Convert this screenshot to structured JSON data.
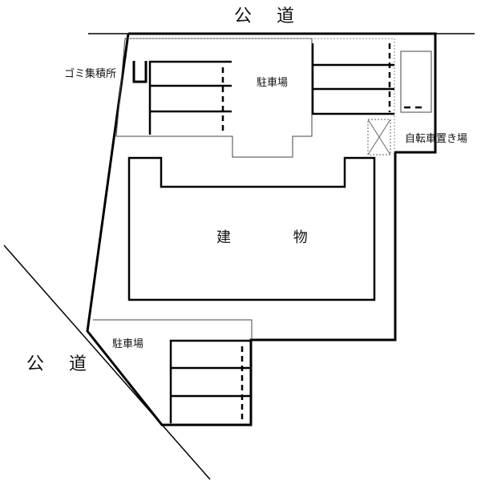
{
  "labels": {
    "road_top": "公 道",
    "road_bottom_left": "公 道",
    "parking_north": "駐車場",
    "parking_south": "駐車場",
    "garbage_area": "ゴミ集積所",
    "bicycle_parking": "自転車置き場",
    "building": "建 物"
  }
}
